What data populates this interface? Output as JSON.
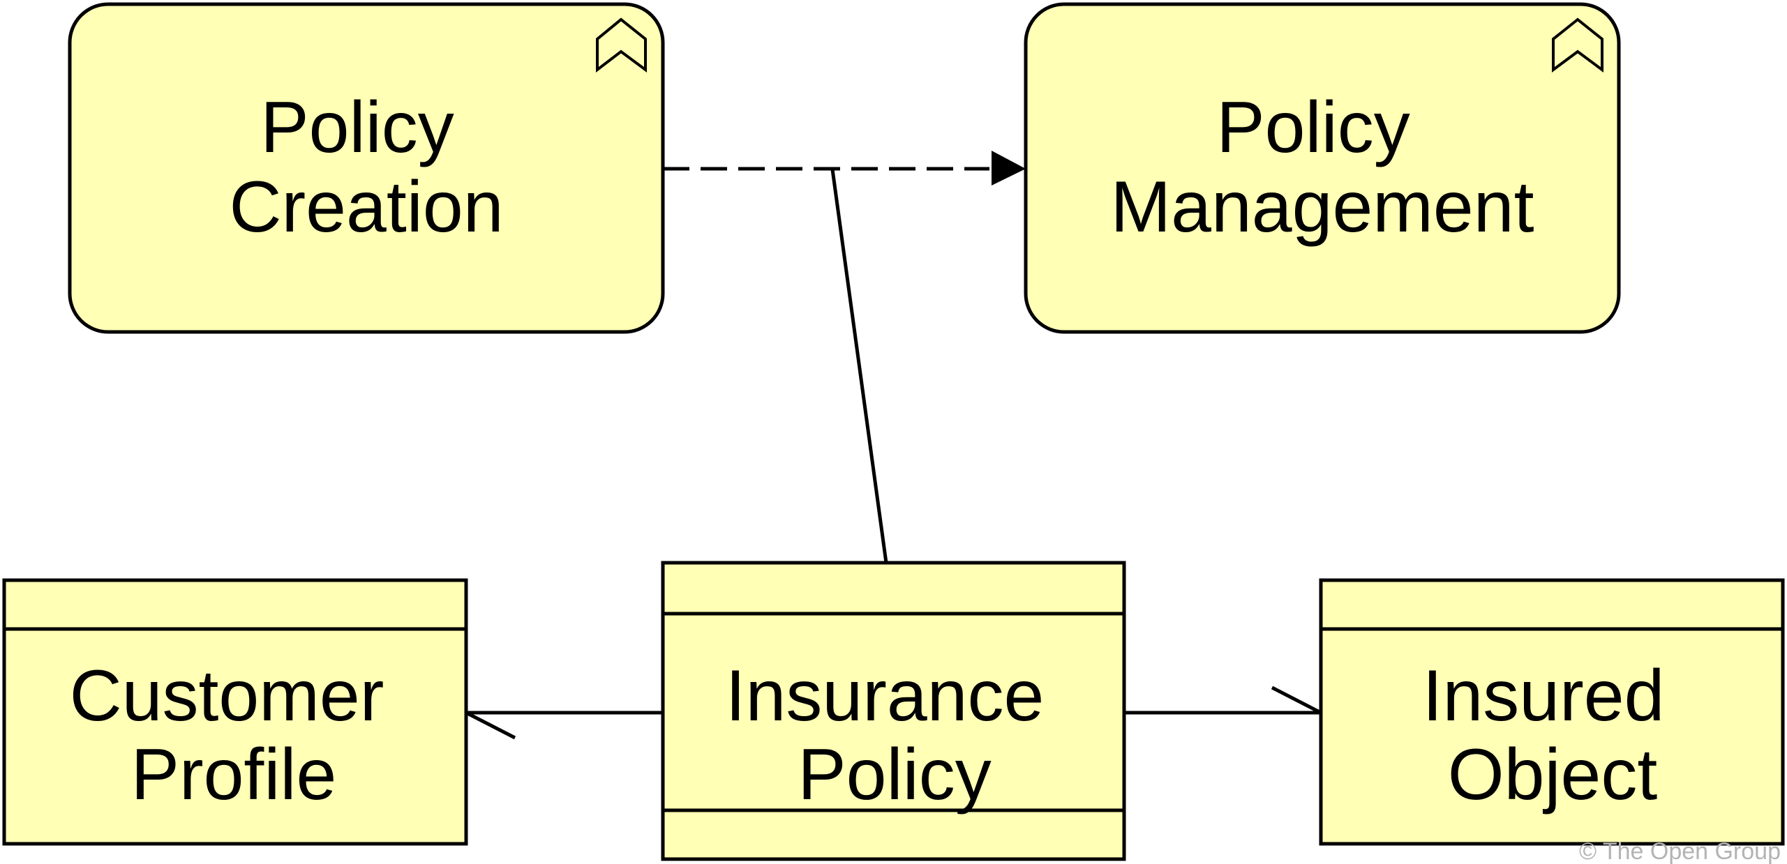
{
  "colors": {
    "element_fill": "#ffffb5",
    "stroke": "#000000",
    "background": "#ffffff",
    "copyright": "#b3b3b3"
  },
  "nodes": {
    "policy_creation": {
      "type": "business-function",
      "icon": "business-function-icon",
      "label_line1": "Policy",
      "label_line2": "Creation"
    },
    "policy_management": {
      "type": "business-function",
      "icon": "business-function-icon",
      "label_line1": "Policy",
      "label_line2": "Management"
    },
    "customer_profile": {
      "type": "business-object",
      "label_line1": "Customer",
      "label_line2": "Profile"
    },
    "insurance_policy": {
      "type": "business-object",
      "label_line1": "Insurance",
      "label_line2": "Policy"
    },
    "insured_object": {
      "type": "business-object",
      "label_line1": "Insured",
      "label_line2": "Object"
    }
  },
  "relations": [
    {
      "from": "policy_creation",
      "to": "policy_management",
      "type": "flow"
    },
    {
      "from": "insurance_policy",
      "to": "flow",
      "type": "association"
    },
    {
      "from": "insurance_policy",
      "to": "customer_profile",
      "type": "aggregation"
    },
    {
      "from": "insurance_policy",
      "to": "insured_object",
      "type": "aggregation"
    }
  ],
  "footer": {
    "copyright": "© The Open Group"
  }
}
